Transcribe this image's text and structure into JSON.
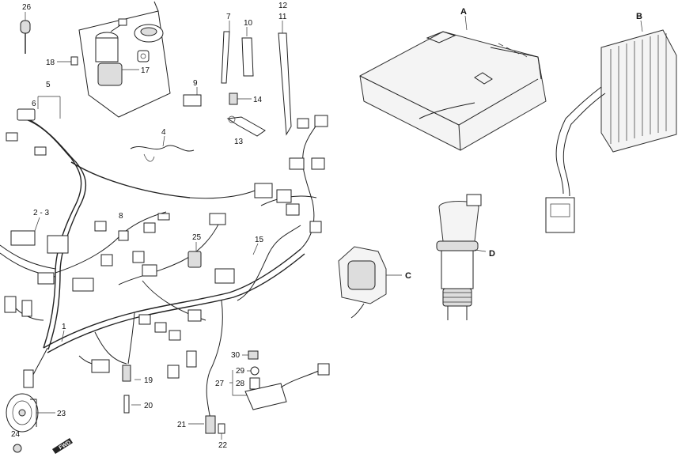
{
  "callouts": {
    "n1": "1",
    "n2_3": "2 - 3",
    "n4": "4",
    "n5": "5",
    "n6": "6",
    "n7": "7",
    "n8": "8",
    "n9": "9",
    "n10": "10",
    "n11": "11",
    "n12": "12",
    "n13": "13",
    "n14": "14",
    "n15": "15",
    "n17": "17",
    "n18": "18",
    "n19": "19",
    "n20": "20",
    "n21": "21",
    "n22": "22",
    "n23": "23",
    "n24": "24",
    "n25": "25",
    "n26": "26",
    "n27": "27",
    "n28": "28",
    "n29": "29",
    "n30": "30",
    "A": "A",
    "B": "B",
    "C": "C",
    "D": "D"
  },
  "fwd_label": "FWD"
}
